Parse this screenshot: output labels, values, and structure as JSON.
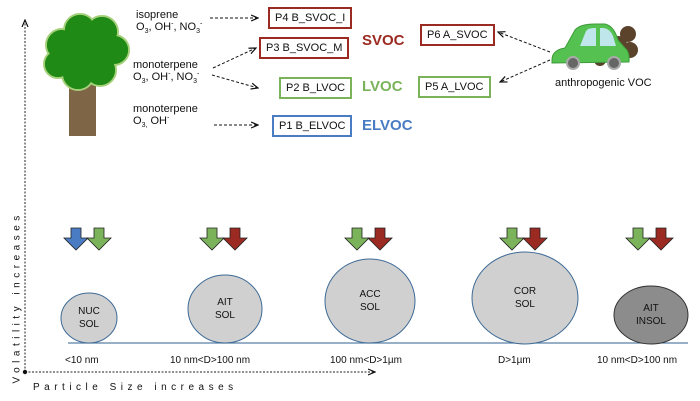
{
  "sources": {
    "biogenic": [
      {
        "precursor": "isoprene",
        "oxidants": "O3, OH-, NO3-"
      },
      {
        "precursor": "monoterpene",
        "oxidants": "O3, OH-, NO3-"
      },
      {
        "precursor": "monoterpene",
        "oxidants": "O3, OH-"
      }
    ],
    "anthropogenic_label": "anthropogenic VOC"
  },
  "products": [
    {
      "id": "P4",
      "label": "P4 B_SVOC_I",
      "class": "SVOC"
    },
    {
      "id": "P3",
      "label": "P3 B_SVOC_M",
      "class": "SVOC"
    },
    {
      "id": "P2",
      "label": "P2 B_LVOC",
      "class": "LVOC"
    },
    {
      "id": "P1",
      "label": "P1 B_ELVOC",
      "class": "ELVOC"
    },
    {
      "id": "P6",
      "label": "P6 A_SVOC",
      "class": "SVOC"
    },
    {
      "id": "P5",
      "label": "P5 A_LVOC",
      "class": "LVOC"
    }
  ],
  "classes": {
    "svoc": {
      "label": "SVOC",
      "color": "#9b2a22"
    },
    "lvoc": {
      "label": "LVOC",
      "color": "#7ab35a"
    },
    "elvoc": {
      "label": "ELVOC",
      "color": "#4a7cc4"
    }
  },
  "modes": [
    {
      "line1": "NUC",
      "line2": "SOL",
      "size": "<10 nm",
      "arrows": [
        "ELVOC",
        "LVOC"
      ],
      "fill": "#d0d0d0"
    },
    {
      "line1": "AIT",
      "line2": "SOL",
      "size": "10 nm<D>100 nm",
      "arrows": [
        "LVOC",
        "SVOC"
      ],
      "fill": "#d0d0d0"
    },
    {
      "line1": "ACC",
      "line2": "SOL",
      "size": "100 nm<D>1µm",
      "arrows": [
        "LVOC",
        "SVOC"
      ],
      "fill": "#d0d0d0"
    },
    {
      "line1": "COR",
      "line2": "SOL",
      "size": "D>1µm",
      "arrows": [
        "LVOC",
        "SVOC"
      ],
      "fill": "#d0d0d0"
    },
    {
      "line1": "AIT",
      "line2": "INSOL",
      "size": "10 nm<D>100 nm",
      "arrows": [
        "LVOC",
        "SVOC"
      ],
      "fill": "#8c8c8c"
    }
  ],
  "axes": {
    "y_label": "Volatility increases",
    "x_label": "Particle Size increases"
  }
}
